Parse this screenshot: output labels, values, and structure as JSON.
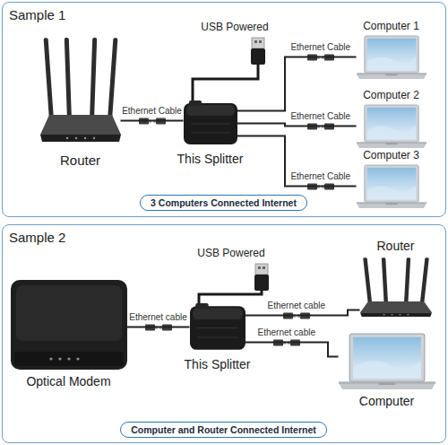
{
  "diagram": {
    "nodes": [
      {
        "text": [
          "Sample 1"
        ]
      },
      {
        "text": [
          "Router"
        ],
        "in": 0
      },
      {
        "text": [
          "This Splitter"
        ],
        "in": 0
      },
      {
        "text": [
          "Computer 1"
        ],
        "in": 0
      },
      {
        "text": [
          "Computer 2"
        ],
        "in": 0
      },
      {
        "text": [
          "Computer 3"
        ],
        "in": 0
      },
      {
        "text": [
          "3 Computers Connected Internet"
        ],
        "in": 0
      },
      {
        "text": [
          "Sample 2"
        ]
      },
      {
        "text": [
          "Optical Modem"
        ],
        "in": 7
      },
      {
        "text": [
          "This Splitter"
        ],
        "in": 7
      },
      {
        "text": [
          "Router"
        ],
        "in": 7
      },
      {
        "text": [
          "Computer"
        ],
        "in": 7
      },
      {
        "text": [
          "Computer and Router Connected Internet"
        ],
        "in": 7
      }
    ],
    "edges": [
      {
        "from": 1,
        "to": 2,
        "label": "Ethernet Cable",
        "arrow": "none"
      },
      {
        "from": 2,
        "to": 3,
        "label": "Ethernet Cable",
        "arrow": "none"
      },
      {
        "from": 2,
        "to": 4,
        "label": "Ethernet Cable",
        "arrow": "none"
      },
      {
        "from": 2,
        "to": 5,
        "label": "Ethernet Cable",
        "arrow": "none"
      },
      {
        "from": 8,
        "to": 9,
        "label": "Ethernet cable",
        "arrow": "none"
      },
      {
        "from": 9,
        "to": 10,
        "label": "Ethernet cable",
        "arrow": "none"
      },
      {
        "from": 9,
        "to": 11,
        "label": "Ethernet cable",
        "arrow": "none"
      }
    ],
    "labels": [
      "USB Powered",
      "USB Powered"
    ]
  }
}
